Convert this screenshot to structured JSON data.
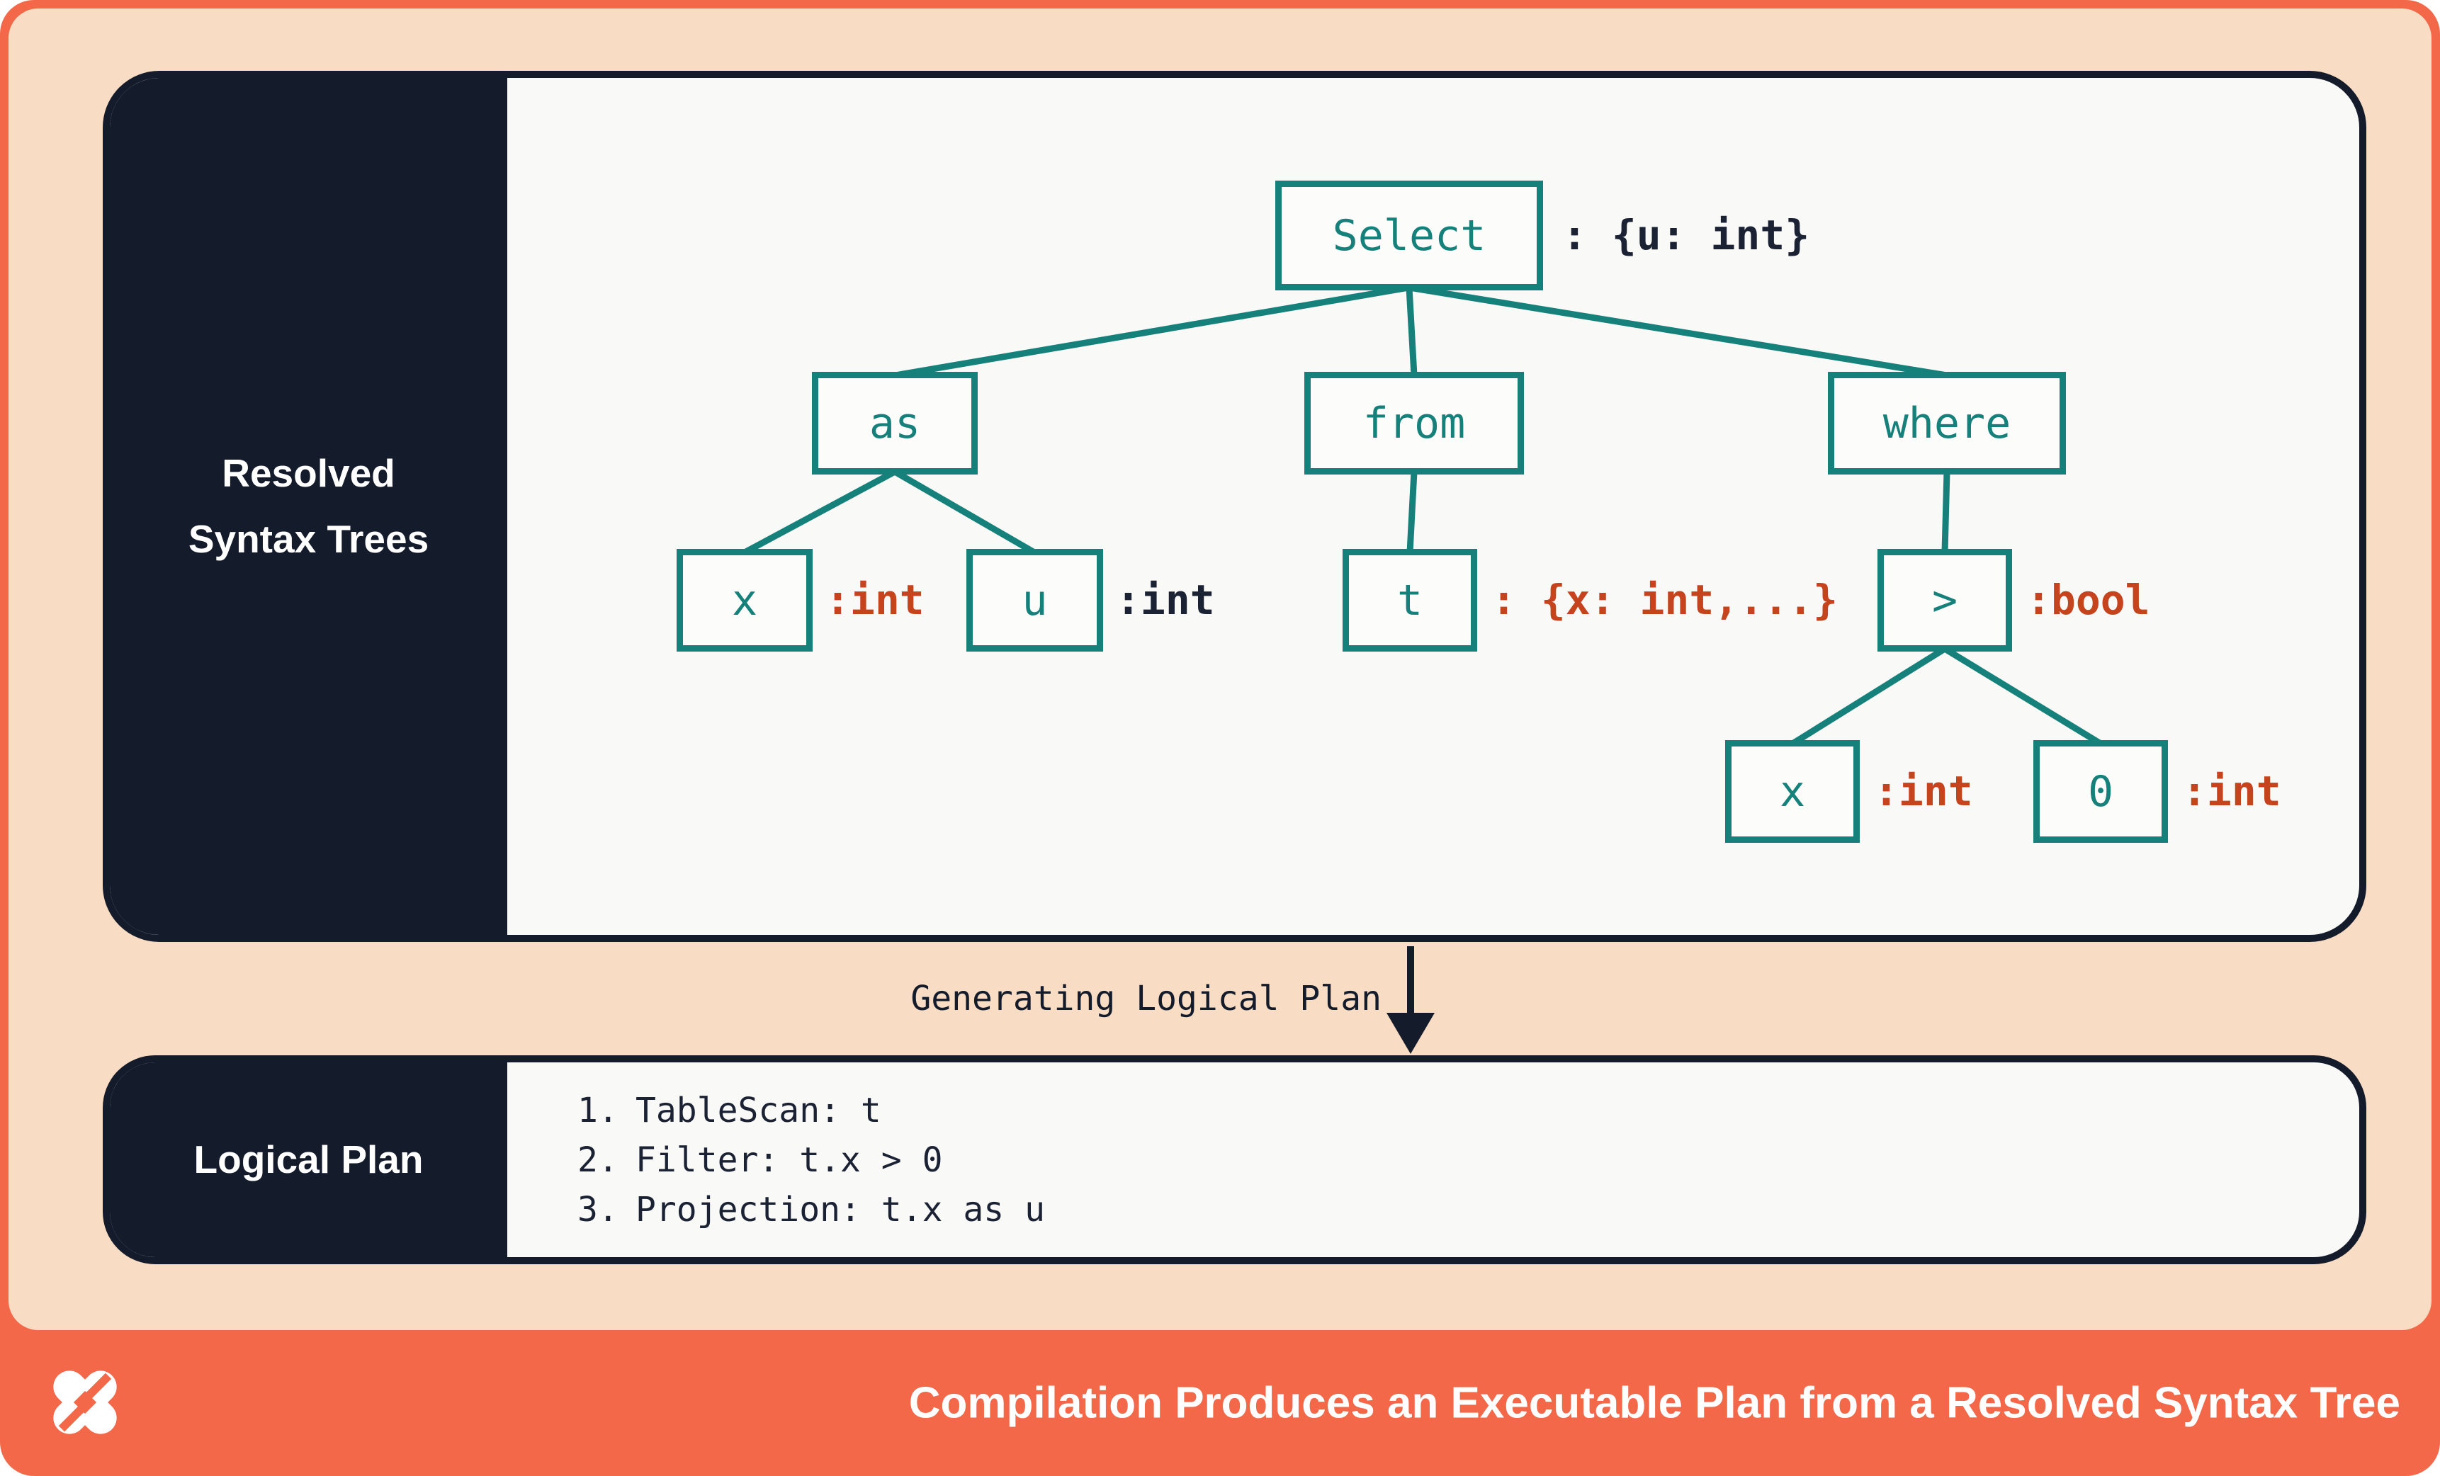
{
  "colors": {
    "coral": "#f4684a",
    "peach": "#f8dcc3",
    "navy": "#141b2b",
    "teal": "#16807a",
    "rust": "#c5431d",
    "panel": "#f9f9f7"
  },
  "resolved_panel": {
    "label": "Resolved Syntax Trees"
  },
  "tree": {
    "nodes": {
      "select": {
        "label": "Select",
        "annotation": ": {u: int}"
      },
      "as": {
        "label": "as"
      },
      "from": {
        "label": "from"
      },
      "where": {
        "label": "where"
      },
      "x1": {
        "label": "x",
        "annotation": ":int"
      },
      "u": {
        "label": "u",
        "annotation": ":int"
      },
      "t": {
        "label": "t",
        "annotation": ": {x: int,...}"
      },
      "gt": {
        "label": ">",
        "annotation": ":bool"
      },
      "x2": {
        "label": "x",
        "annotation": ":int"
      },
      "zero": {
        "label": "0",
        "annotation": ":int"
      }
    }
  },
  "transition": {
    "label": "Generating Logical Plan"
  },
  "logical_panel": {
    "label": "Logical Plan",
    "steps": [
      {
        "num": "1.",
        "text": "TableScan: t"
      },
      {
        "num": "2.",
        "text": "Filter: t.x > 0"
      },
      {
        "num": "3.",
        "text": "Projection: t.x as u"
      }
    ]
  },
  "footer": {
    "title": "Compilation Produces an Executable Plan from a Resolved Syntax Tree"
  }
}
